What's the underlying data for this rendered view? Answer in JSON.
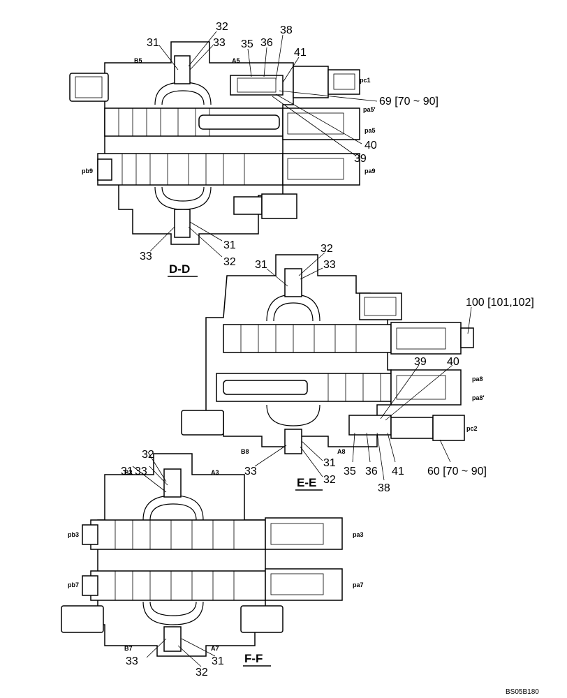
{
  "sections": [
    {
      "id": "D-D",
      "label": "D-D"
    },
    {
      "id": "E-E",
      "label": "E-E"
    },
    {
      "id": "F-F",
      "label": "F-F"
    }
  ],
  "callouts": {
    "dd": {
      "n32a": "32",
      "n33a": "33",
      "n31a": "31",
      "n35": "35",
      "n36": "36",
      "n38": "38",
      "n41": "41",
      "n69": "69 [70 ~ 90]",
      "n40": "40",
      "n39": "39",
      "n33b": "33",
      "n31b": "31",
      "n32b": "32"
    },
    "ee": {
      "n32a": "32",
      "n33a": "33",
      "n31a": "31",
      "n100": "100 [101,102]",
      "n39": "39",
      "n40": "40",
      "n33b": "33",
      "n31b": "31",
      "n32b": "32",
      "n35": "35",
      "n36": "36",
      "n38": "38",
      "n41": "41",
      "n60": "60 [70 ~ 90]"
    },
    "ff": {
      "n32a": "32",
      "n33a": "33",
      "n31a": "31",
      "n33b": "33",
      "n31b": "31",
      "n32b": "32"
    }
  },
  "ports": {
    "dd": {
      "b5": "B5",
      "a5": "A5",
      "pc1": "pc1",
      "pa5p": "pa5'",
      "pa5": "pa5",
      "pb9": "pb9",
      "pa9": "pa9"
    },
    "ee": {
      "pa8": "pa8",
      "pa8p": "pa8'",
      "b8": "B8",
      "a8": "A8",
      "pc2": "pc2"
    },
    "ff": {
      "b3": "B3",
      "a3": "A3",
      "pb3": "pb3",
      "pa3": "pa3",
      "pb7": "pb7",
      "pa7": "pa7",
      "b7": "B7",
      "a7": "A7"
    }
  },
  "figure_ref": "BS05B180"
}
